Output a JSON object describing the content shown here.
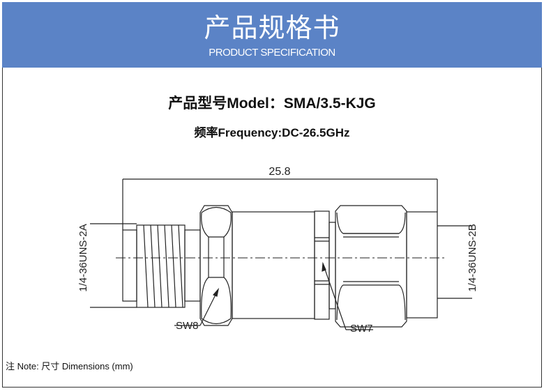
{
  "header": {
    "title": "产品规格书",
    "subtitle": "PRODUCT SPECIFICATION"
  },
  "model": "产品型号Model：SMA/3.5-KJG",
  "frequency": "频率Frequency:DC-26.5GHz",
  "drawing": {
    "overall_length": "25.8",
    "left_thread": "1/4-36UNS-2A",
    "right_thread": "1/4-36UNS-2B",
    "wrench_left": "SW8",
    "wrench_right": "SW7"
  },
  "note": "注 Note:  尺寸 Dimensions (mm)"
}
